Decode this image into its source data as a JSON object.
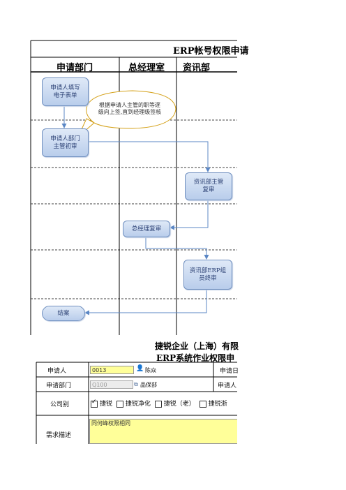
{
  "flowchart": {
    "title": "ERP帐号权限申请",
    "columns": [
      "申请部门",
      "总经理室",
      "资讯部"
    ],
    "steps": {
      "fill_form": "申请人填写\n电子表单",
      "dept_review": "申请人部门\n主管初审",
      "it_supervisor_review": "资讯部主管\n复审",
      "gm_review": "总经理复审",
      "erp_team_final": "资讯部ERP组\n员终审",
      "close": "结案"
    },
    "callout": "根据申请人主管的职等逐级向上签,直到经理级签核"
  },
  "form": {
    "company": "捷锐企业（上海）有限",
    "title": "ERP系统作业权限申",
    "applicant_label": "申请人",
    "applicant_id": "0013",
    "applicant_name": "陈焱",
    "applicant_right_label": "申请日",
    "dept_label": "申请部门",
    "dept_code": "Q100",
    "dept_name": "品保部",
    "dept_right_label": "申请人",
    "company_label": "公司别",
    "company_options": [
      {
        "label": "捷锐",
        "checked": true
      },
      {
        "label": "捷锐净化",
        "checked": false
      },
      {
        "label": "捷锐（老）",
        "checked": false
      },
      {
        "label": "捷锐浙",
        "checked": false
      }
    ],
    "request_label": "需求描述",
    "request_text": "同何峰权限相同"
  },
  "colors": {
    "step_fill": "#c9d9f0",
    "step_border": "#6f8fbf",
    "arrow": "#5b87c5",
    "input_highlight": "#ffff99"
  }
}
